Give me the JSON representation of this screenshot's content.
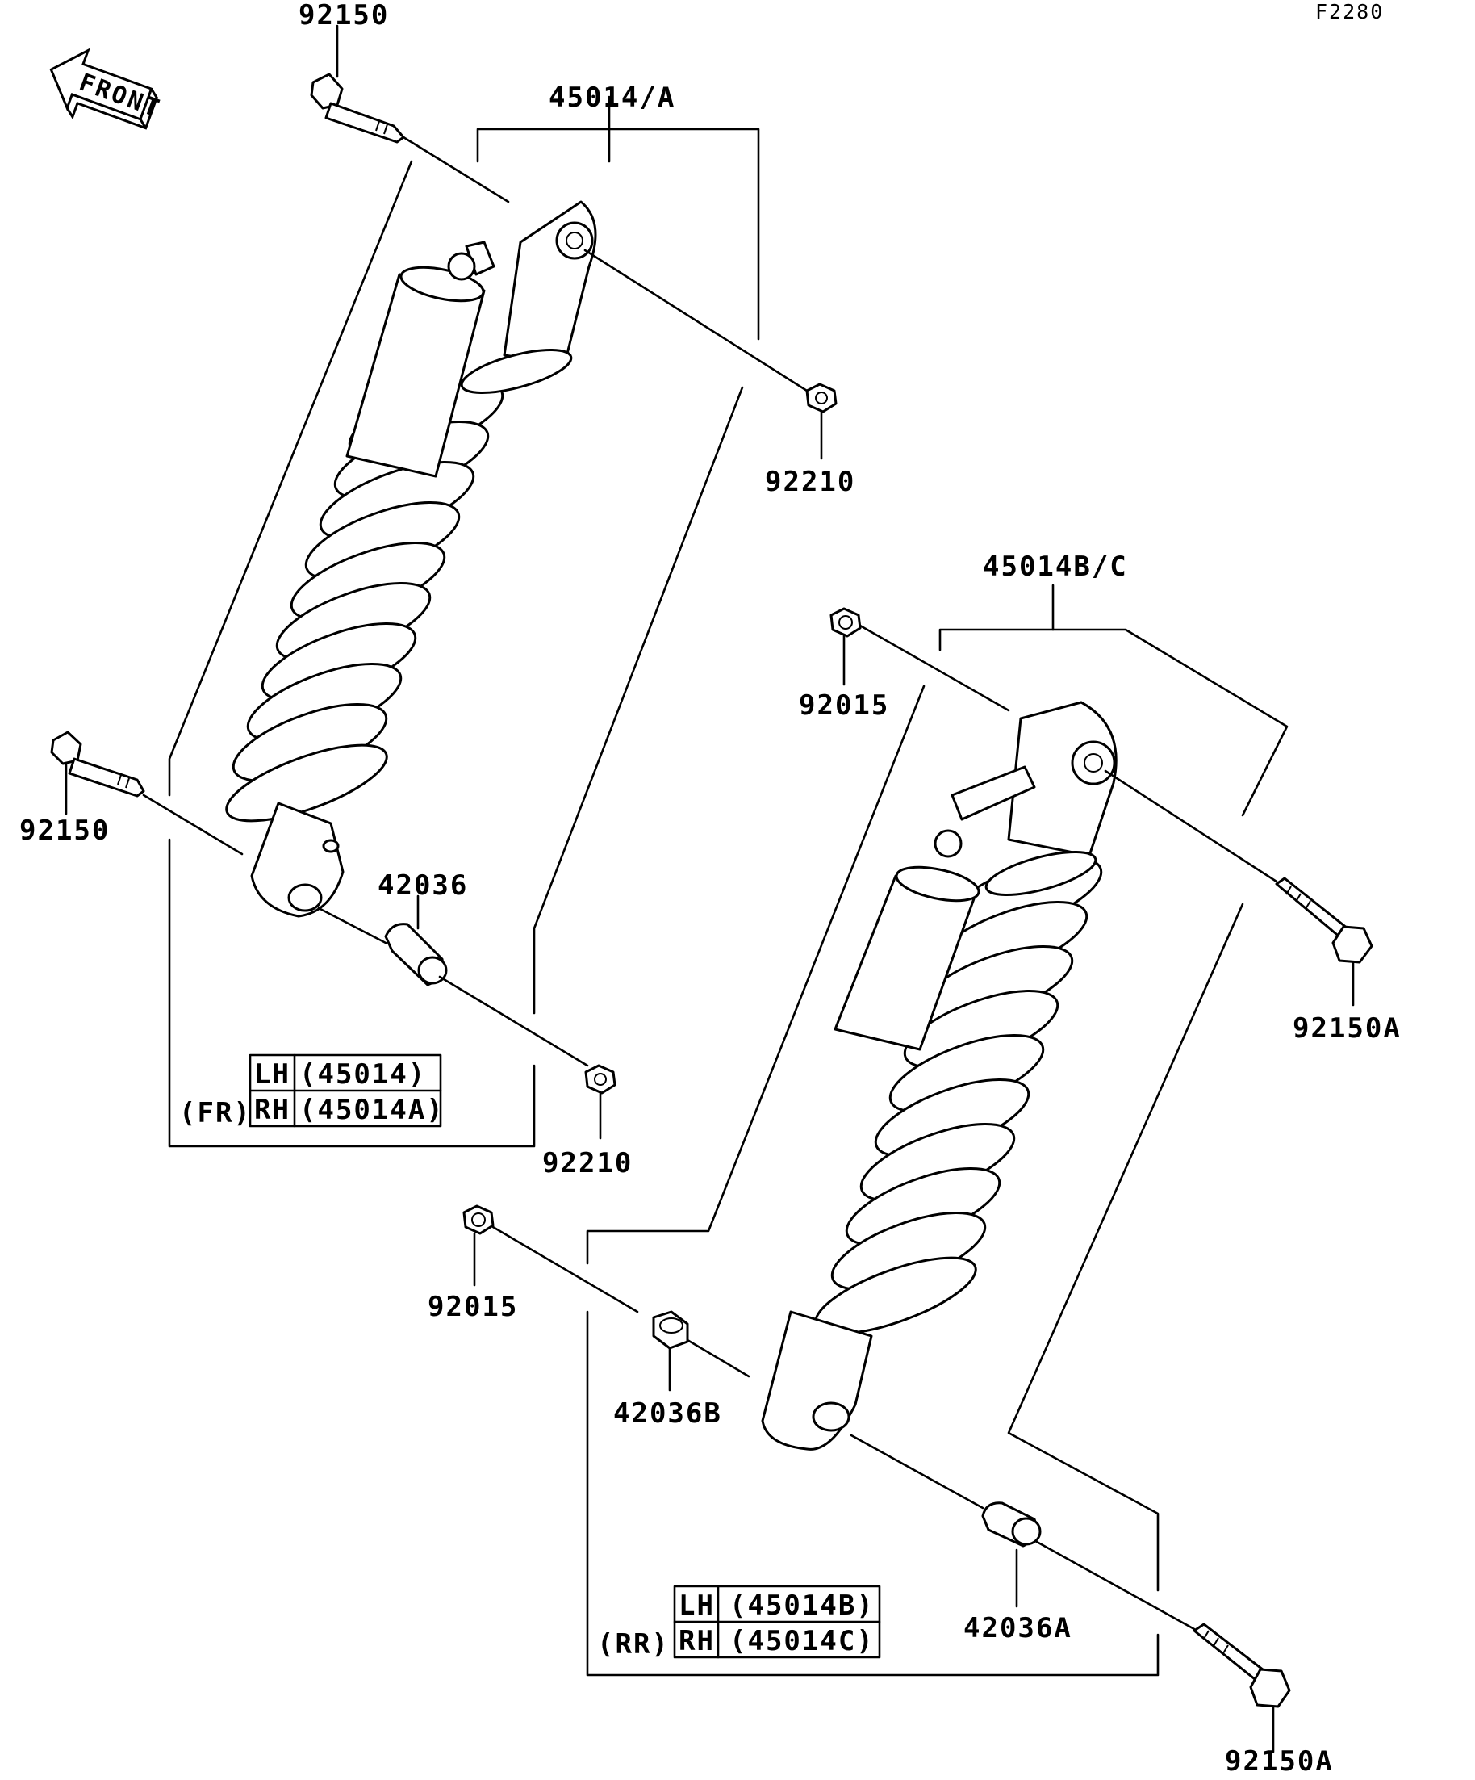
{
  "diagram_code": "F2280",
  "front_arrow_label": "FRONT",
  "labels": {
    "bolt_top": "92150",
    "front_shock_assy": "45014/A",
    "nut_front_upper": "92210",
    "bolt_front_lower": "92150",
    "collar_front": "42036",
    "nut_front_lower": "92210",
    "rear_shock_assy": "45014B/C",
    "nut_rear_upper": "92015",
    "bolt_rear_upper": "92150A",
    "nut_rear_lower": "92015",
    "collar_rear_b": "42036B",
    "collar_rear_a": "42036A",
    "bolt_rear_lower": "92150A"
  },
  "front_table": {
    "position": "(FR)",
    "rows": [
      {
        "side": "LH",
        "part": "(45014)"
      },
      {
        "side": "RH",
        "part": "(45014A)"
      }
    ]
  },
  "rear_table": {
    "position": "(RR)",
    "rows": [
      {
        "side": "LH",
        "part": "(45014B)"
      },
      {
        "side": "RH",
        "part": "(45014C)"
      }
    ]
  }
}
